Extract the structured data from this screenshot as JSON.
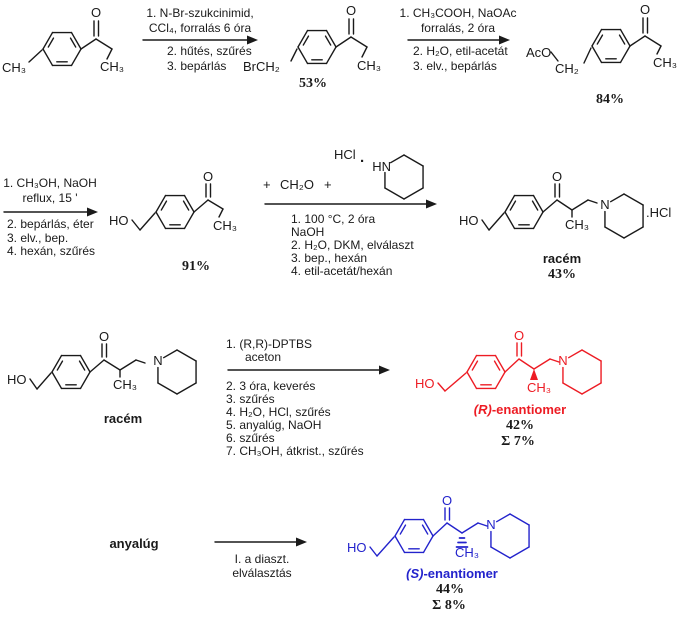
{
  "colors": {
    "bond_black": "#1a1a1a",
    "enantiomer_red": "#ed1c24",
    "enantiomer_blue": "#2323cc"
  },
  "scheme": {
    "molA": {
      "ch3_left": "CH₃",
      "o": "O",
      "ch3_right": "CH₃"
    },
    "arrow1": {
      "above1": "1. N-Br-szukcinimid,",
      "above2": "CCl₄, forralás 6 óra",
      "below1": "2. hűtés, szűrés",
      "below2": "3. bepárlás"
    },
    "molB": {
      "brch2": "BrCH₂",
      "o": "O",
      "ch3": "CH₃",
      "yield": "53%"
    },
    "arrow2": {
      "above1": "1. CH₃COOH, NaOAc",
      "above2": "forralás, 2 óra",
      "below1": "2. H₂O, etil-acetát",
      "below2": "3. elv., bepárlás"
    },
    "molC": {
      "aco": "AcO",
      "ch2": "CH₂",
      "o": "O",
      "ch3": "CH₃",
      "yield": "84%"
    },
    "arrow3": {
      "above1": "1. CH₃OH, NaOH",
      "above2": "reflux, 15 '",
      "below1": "2. bepárlás, éter",
      "below2": "3. elv., bep.",
      "below3": "4. hexán, szűrés"
    },
    "molD2": {
      "ho": "HO",
      "o": "O",
      "ch3": "CH₃",
      "yield": "91%"
    },
    "plus1": "+",
    "ch2o": "CH₂O",
    "plus2": "+",
    "pipHCl": {
      "hcl": "HCl",
      "dot": ".",
      "hn": "HN"
    },
    "arrow4": {
      "below1": "1. 100 °C, 2 óra",
      "below2": "NaOH",
      "below3": "2. H₂O, DKM, elválaszt",
      "below4": "3. bep., hexán",
      "below5": "4. etil-acetát/hexán"
    },
    "molD": {
      "ho": "HO",
      "o": "O",
      "ch3": "CH₃",
      "n": "N",
      "hcl": ".HCl",
      "label": "racém",
      "yield": "43%"
    },
    "molE": {
      "ho": "HO",
      "o": "O",
      "ch3": "CH₃",
      "n": "N",
      "label": "racém"
    },
    "arrow5": {
      "above1": "1. (R,R)-DPTBS",
      "above2": "aceton",
      "below1": "2. 3 óra, keverés",
      "below2": "3. szűrés",
      "below3": "4. H₂O, HCl, szűrés",
      "below4": "5. anyalúg, NaOH",
      "below5": "6. szűrés",
      "below6": "7. CH₃OH, átkrist., szűrés"
    },
    "molF": {
      "ho": "HO",
      "o": "O",
      "ch3": "CH₃",
      "n": "N",
      "stereo": "(R)",
      "rest": "-enantiomer",
      "yield": "42%",
      "sum": "Σ 7%"
    },
    "anyalug": "anyalúg",
    "arrow6": {
      "below1": "I. a diaszt.",
      "below2": "elválasztás"
    },
    "molG": {
      "ho": "HO",
      "o": "O",
      "ch3": "CH₃",
      "n": "N",
      "stereo": "(S)",
      "rest": "-enantiomer",
      "yield": "44%",
      "sum": "Σ 8%"
    }
  }
}
